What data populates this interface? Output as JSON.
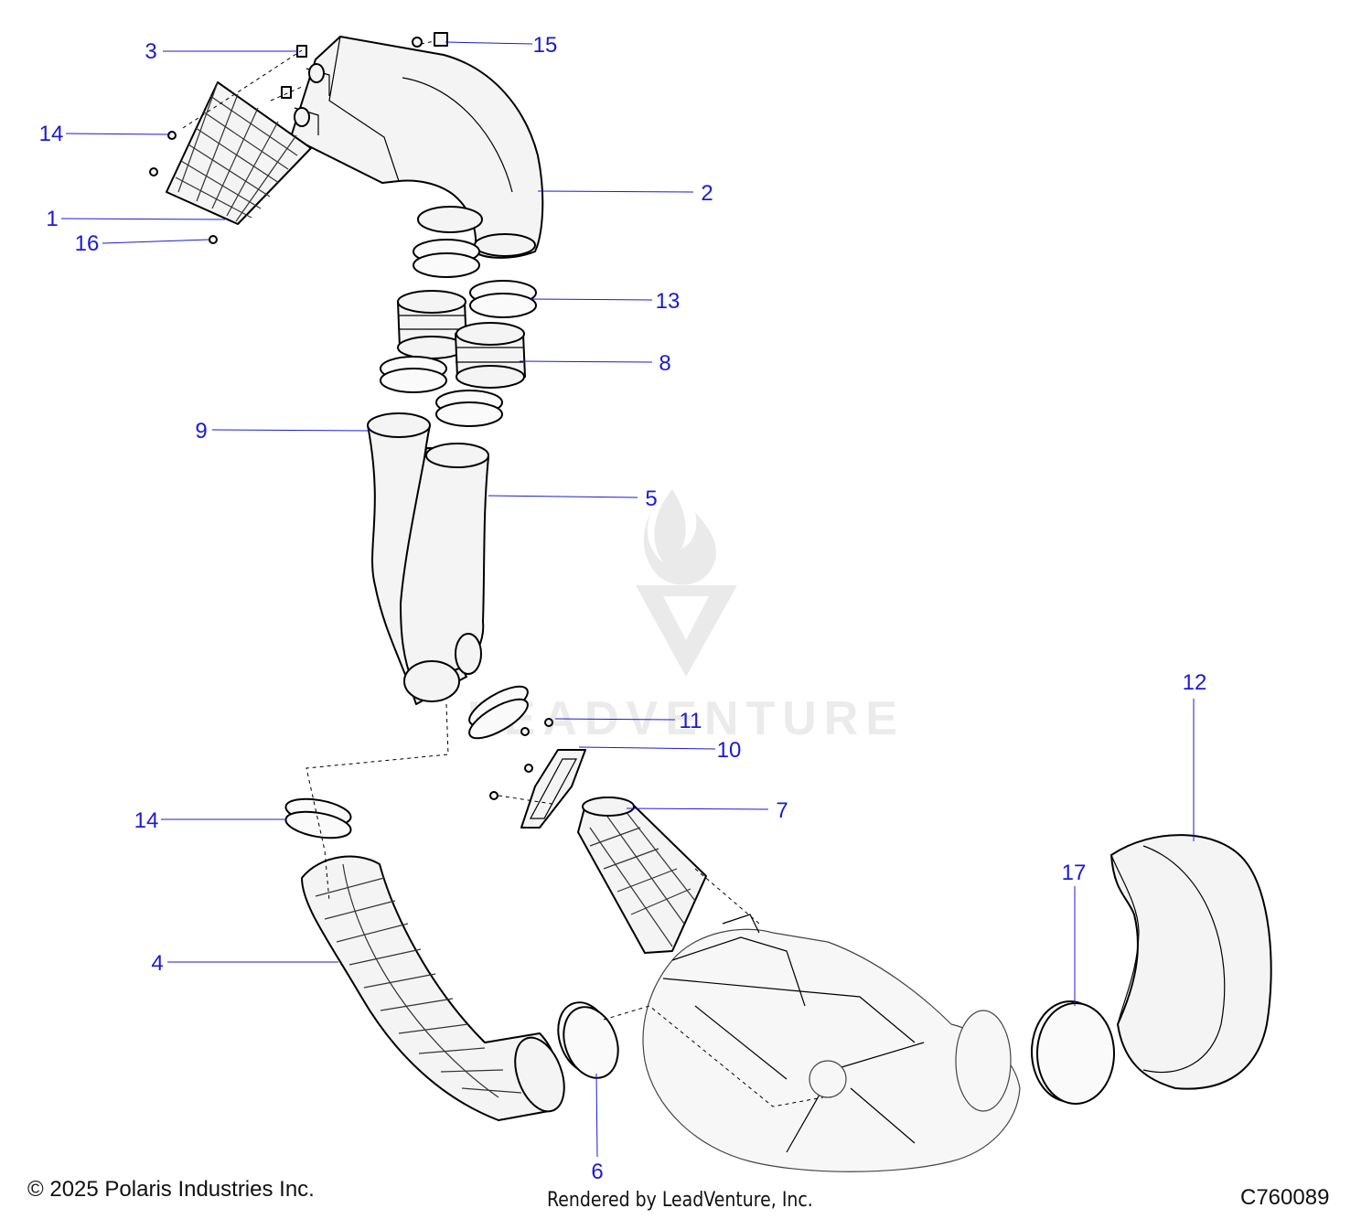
{
  "callouts": [
    "1",
    "2",
    "3",
    "4",
    "5",
    "6",
    "7",
    "8",
    "9",
    "10",
    "11",
    "12",
    "13",
    "14",
    "14",
    "15",
    "16",
    "17"
  ],
  "watermark": "LEADVENTURE",
  "footer": {
    "copyright": "© 2025 Polaris Industries Inc.",
    "rendered_by": "Rendered by LeadVenture, Inc.",
    "diagram_code": "C760089"
  },
  "colors": {
    "callout": "#1a1ad6",
    "linework": "#000000",
    "watermark": "#e6e6e6"
  },
  "icons": [
    "leadventure-logo-watermark"
  ]
}
